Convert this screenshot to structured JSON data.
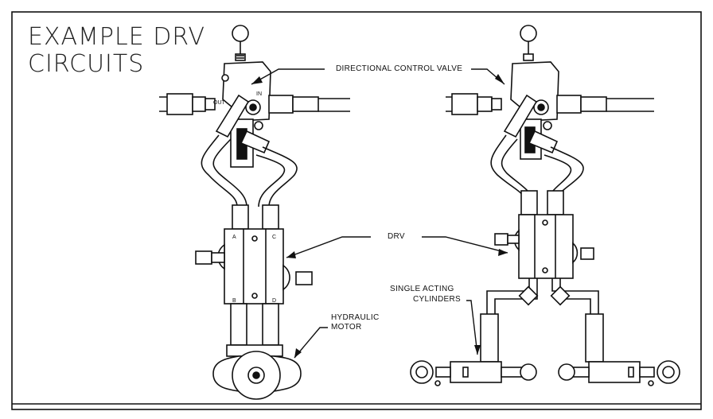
{
  "title": {
    "line1": "EXAMPLE DRV",
    "line2": "CIRCUITS"
  },
  "callouts": {
    "directional_control_valve": "DIRECTIONAL CONTROL VALVE",
    "drv": "DRV",
    "hydraulic_motor_line1": "HYDRAULIC",
    "hydraulic_motor_line2": "MOTOR",
    "single_acting_line1": "SINGLE ACTING",
    "single_acting_line2": "CYLINDERS"
  },
  "port_letters": {
    "valve_in": "IN",
    "valve_out": "OUT",
    "a": "A",
    "b": "B",
    "c": "C",
    "d": "D"
  }
}
